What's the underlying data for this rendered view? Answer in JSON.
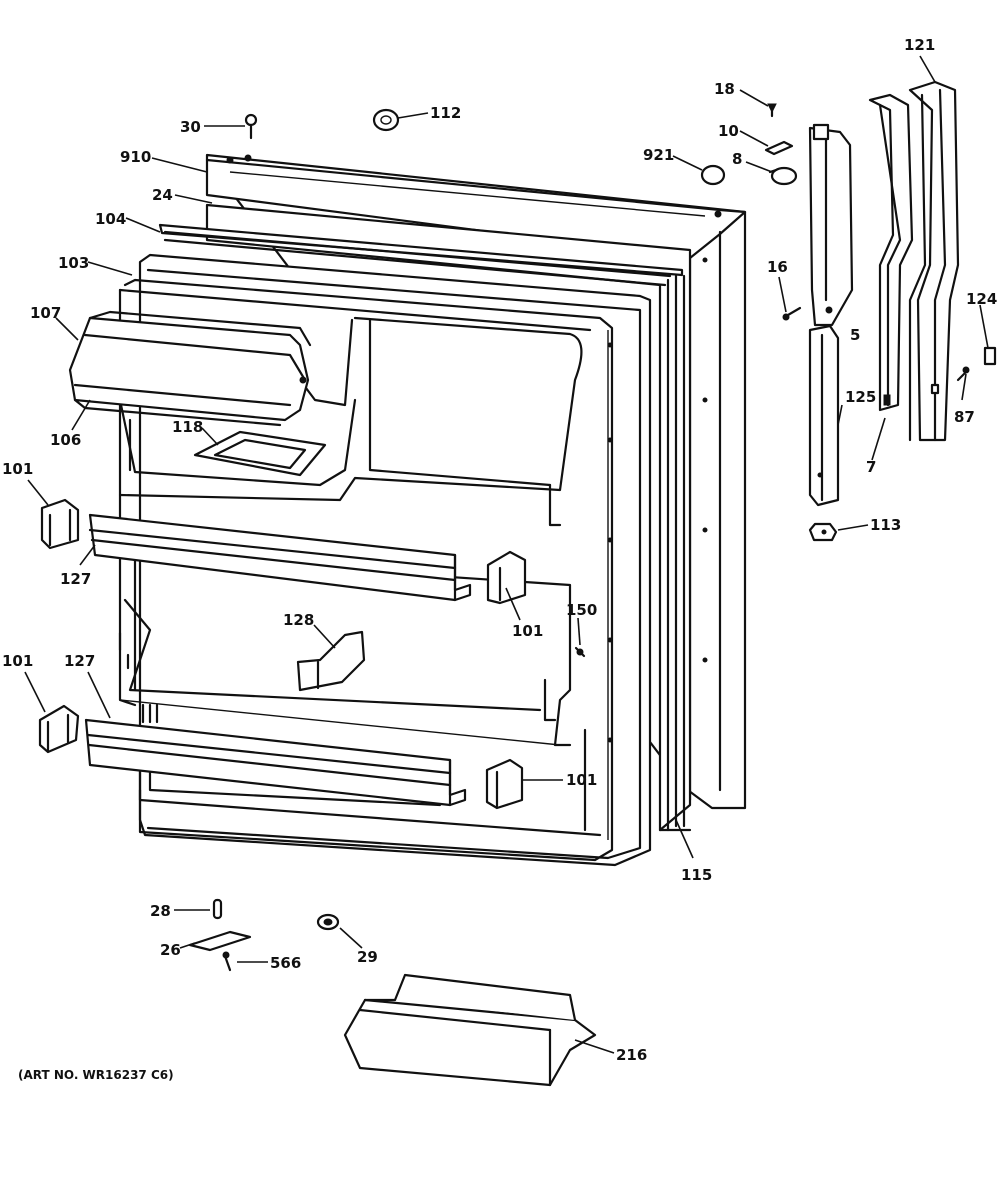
{
  "diagram": {
    "art_number": "(ART NO. WR16237 C6)",
    "labels": {
      "p30": "30",
      "p112": "112",
      "p910": "910",
      "p24": "24",
      "p104": "104",
      "p103": "103",
      "p107": "107",
      "p106": "106",
      "p118": "118",
      "p101a": "101",
      "p127a": "127",
      "p101b": "101",
      "p101c": "101",
      "p127b": "127",
      "p101d": "101",
      "p128": "128",
      "p150": "150",
      "p115": "115",
      "p121": "121",
      "p18": "18",
      "p10": "10",
      "p8": "8",
      "p921": "921",
      "p16": "16",
      "p5": "5",
      "p124": "124",
      "p87": "87",
      "p125": "125",
      "p7": "7",
      "p113": "113",
      "p28": "28",
      "p26": "26",
      "p29": "29",
      "p566": "566",
      "p216": "216"
    }
  }
}
